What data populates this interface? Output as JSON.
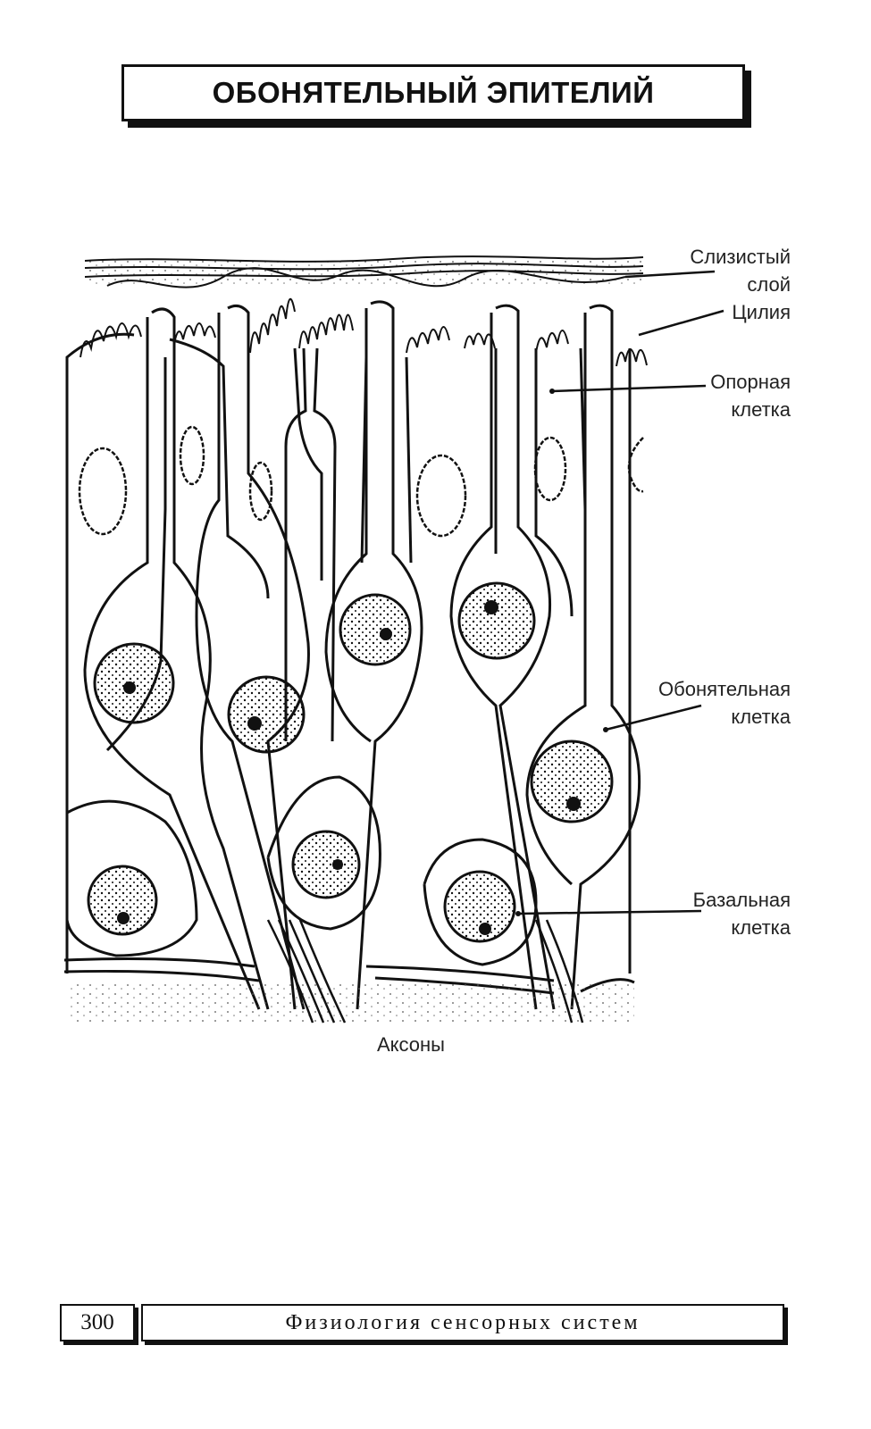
{
  "title": "ОБОНЯТЕЛЬНЫЙ ЭПИТЕЛИЙ",
  "labels": {
    "mucus_line1": "Слизистый",
    "mucus_line2": "слой",
    "cilia": "Цилия",
    "support_line1": "Опорная",
    "support_line2": "клетка",
    "olfactory_line1": "Обонятельная",
    "olfactory_line2": "клетка",
    "basal_line1": "Базальная",
    "basal_line2": "клетка",
    "axons": "Аксоны"
  },
  "footer": {
    "page_number": "300",
    "book_title": "Физиология   сенсорных систем"
  }
}
